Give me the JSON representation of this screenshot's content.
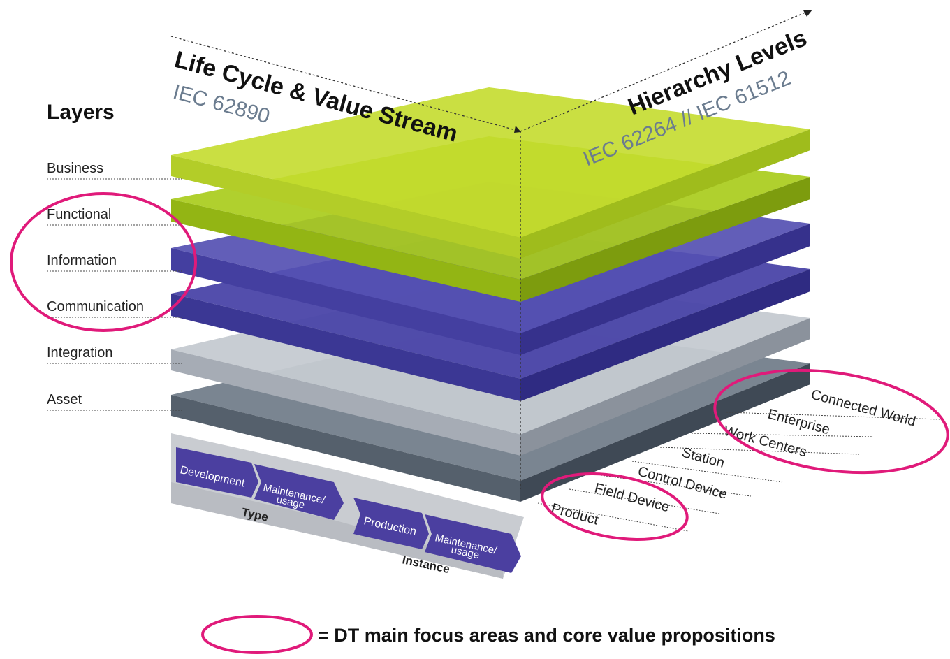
{
  "layers_heading": "Layers",
  "layers": [
    {
      "label": "Business"
    },
    {
      "label": "Functional"
    },
    {
      "label": "Information"
    },
    {
      "label": "Communication"
    },
    {
      "label": "Integration"
    },
    {
      "label": "Asset"
    }
  ],
  "lifecycle_axis": {
    "title": "Life Cycle & Value Stream",
    "standard": "IEC 62890"
  },
  "hierarchy_axis": {
    "title": "Hierarchy Levels",
    "standard": "IEC 62264 // IEC 61512"
  },
  "hierarchy_levels": [
    "Product",
    "Field Device",
    "Control Device",
    "Station",
    "Work Centers",
    "Enterprise",
    "Connected World"
  ],
  "lifecycle": {
    "type": {
      "label": "Type",
      "steps": [
        "Development",
        "Maintenance/",
        "usage"
      ]
    },
    "instance": {
      "label": "Instance",
      "steps": [
        "Production",
        "Maintenance/",
        "usage"
      ]
    }
  },
  "legend": {
    "text": "= DT main focus areas and core value propositions"
  },
  "colors": {
    "business": "#c4dc2e",
    "functional": "#a9cc1c",
    "information": "#45409a",
    "communication": "#3b3794",
    "integration": "#b1b6bf",
    "asset": "#5f6b78",
    "highlight": "#e01a7a",
    "arrow_band": "#c9ccd1",
    "arrow_fill": "#4b3fa0"
  }
}
